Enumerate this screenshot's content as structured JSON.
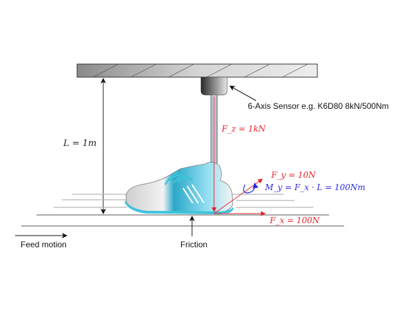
{
  "diagram": {
    "sensor_label": "6-Axis Sensor e.g. K6D80 8kN/500Nm",
    "length_label": "L = 1m",
    "fz_label": "F_z = 1kN",
    "fy_label": "F_y = 10N",
    "my_label": "M_y = F_x · L = 100Nm",
    "fx_label": "F_x = 100N",
    "feed_label": "Feed motion",
    "friction_label": "Friction",
    "colors": {
      "force": "#e8232a",
      "moment": "#2a2ae0",
      "shoe_accent": "#3ec3dc",
      "text": "#111111"
    }
  }
}
